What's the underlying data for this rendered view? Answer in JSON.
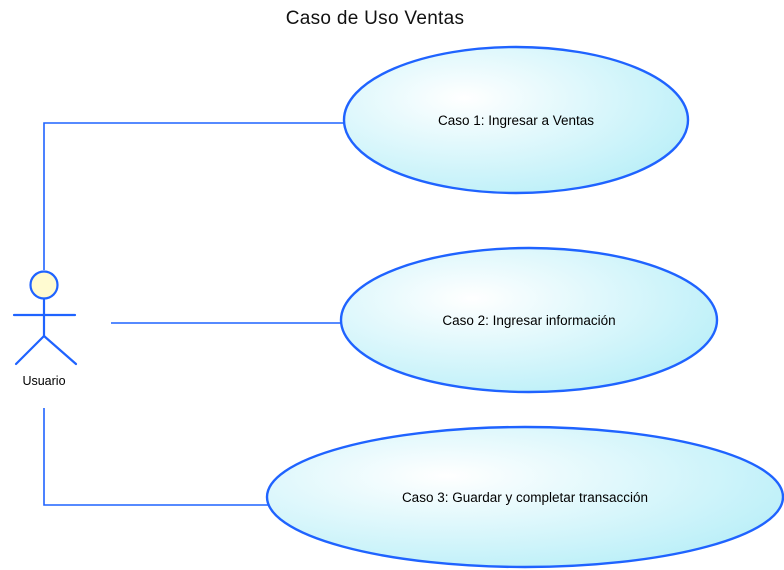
{
  "title": "Caso de Uso Ventas",
  "actor": {
    "label": "Usuario"
  },
  "use_cases": [
    {
      "label": "Caso 1: Ingresar a Ventas"
    },
    {
      "label": "Caso 2: Ingresar información"
    },
    {
      "label": "Caso 3: Guardar y completar transacción"
    }
  ],
  "colors": {
    "line": "#1f63ff",
    "ellipse_fill_light": "#ffffff",
    "ellipse_fill_dark": "#b9eff8",
    "actor_head_fill": "#fffbd1"
  }
}
